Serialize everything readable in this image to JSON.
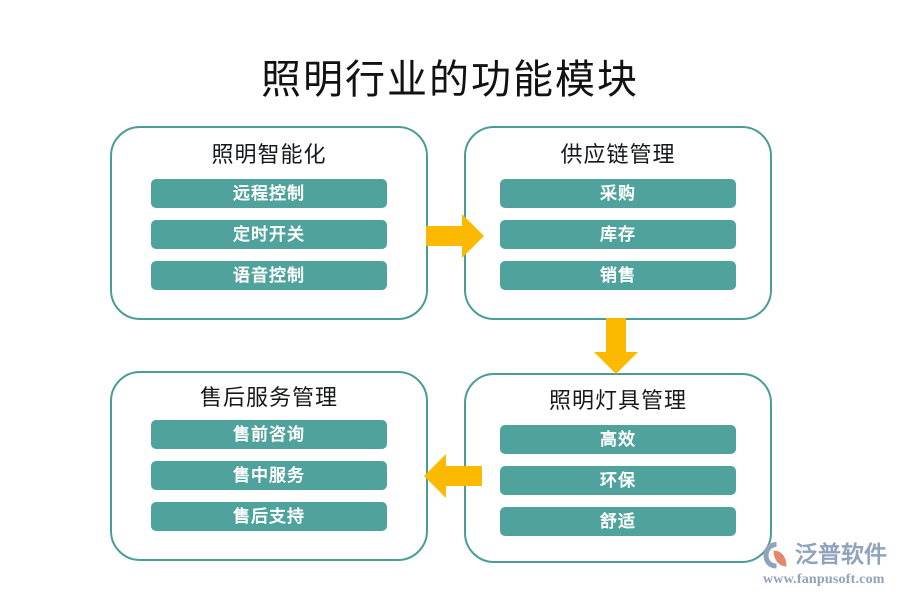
{
  "page": {
    "title": "照明行业的功能模块",
    "background_color": "#ffffff"
  },
  "theme": {
    "box_border_color": "#4a9d96",
    "pill_fill_color": "#50a39c",
    "pill_text_color": "#ffffff",
    "arrow_color": "#fbb900",
    "title_color": "#121212",
    "watermark_color": "#8fa3bd",
    "logo_accent_color": "#e08a6a"
  },
  "modules": [
    {
      "id": "lighting-intelligence",
      "title": "照明智能化",
      "items": [
        "远程控制",
        "定时开关",
        "语音控制"
      ]
    },
    {
      "id": "supply-chain-management",
      "title": "供应链管理",
      "items": [
        "采购",
        "库存",
        "销售"
      ]
    },
    {
      "id": "after-sales-service-management",
      "title": "售后服务管理",
      "items": [
        "售前咨询",
        "售中服务",
        "售后支持"
      ]
    },
    {
      "id": "lighting-fixture-management",
      "title": "照明灯具管理",
      "items": [
        "高效",
        "环保",
        "舒适"
      ]
    }
  ],
  "connectors": [
    {
      "id": "arrow-right",
      "direction": "right",
      "from": "lighting-intelligence",
      "to": "supply-chain-management"
    },
    {
      "id": "arrow-down",
      "direction": "down",
      "from": "supply-chain-management",
      "to": "lighting-fixture-management"
    },
    {
      "id": "arrow-left",
      "direction": "left",
      "from": "lighting-fixture-management",
      "to": "after-sales-service-management"
    }
  ],
  "watermark": {
    "brand": "泛普软件",
    "url": "www.fanpusoft.com"
  }
}
